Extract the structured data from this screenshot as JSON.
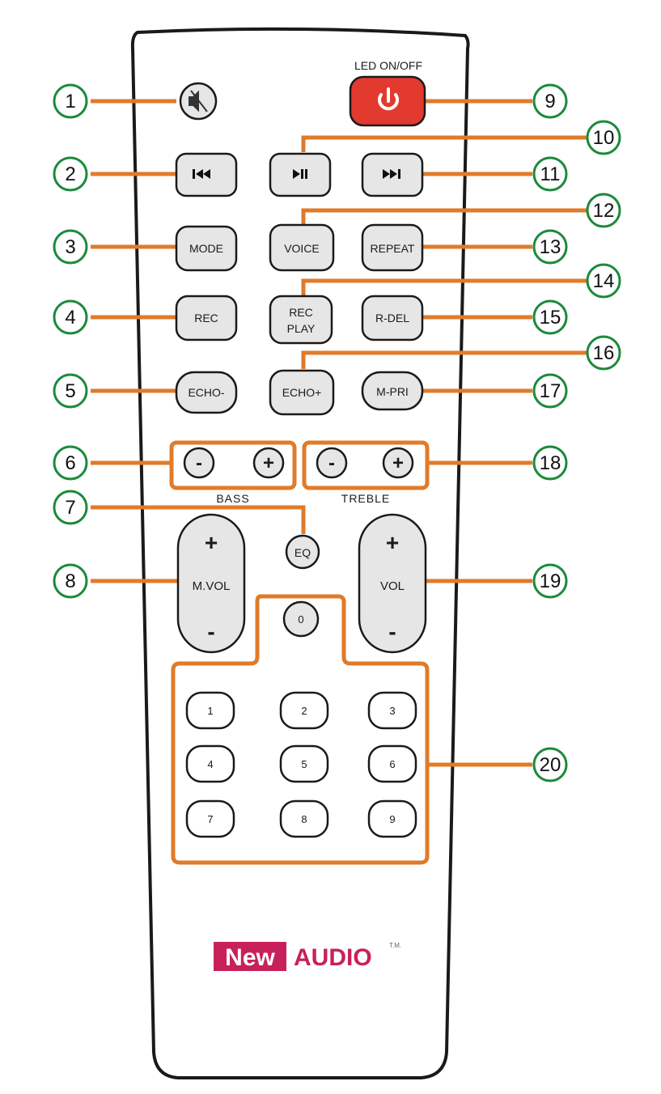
{
  "colors": {
    "leader": "#e07b2a",
    "callout_ring": "#1b8a3a",
    "power_button": "#e23a2e",
    "brand_new_bg": "#c8205a",
    "brand_audio": "#c8205a"
  },
  "remote": {
    "led_label": "LED ON/OFF",
    "icons": {
      "mute": "mute-icon",
      "power": "power-icon",
      "prev": "previous-track-icon",
      "playpause": "play-pause-icon",
      "next": "next-track-icon"
    },
    "buttons": {
      "mode": "MODE",
      "voice": "VOICE",
      "repeat": "REPEAT",
      "rec": "REC",
      "rec_play_1": "REC",
      "rec_play_2": "PLAY",
      "rdel": "R-DEL",
      "echo_minus": "ECHO-",
      "echo_plus": "ECHO+",
      "mpri": "M-PRI",
      "minus": "-",
      "plus": "+",
      "eq": "EQ",
      "mvol": "M.VOL",
      "vol": "VOL",
      "zero": "0",
      "n1": "1",
      "n2": "2",
      "n3": "3",
      "n4": "4",
      "n5": "5",
      "n6": "6",
      "n7": "7",
      "n8": "8",
      "n9": "9"
    },
    "bass_label": "BASS",
    "treble_label": "TREBLE",
    "brand": {
      "new": "New",
      "audio": "AUDIO",
      "tm": "T.M."
    }
  },
  "callouts": [
    "1",
    "2",
    "3",
    "4",
    "5",
    "6",
    "7",
    "8",
    "9",
    "10",
    "11",
    "12",
    "13",
    "14",
    "15",
    "16",
    "17",
    "18",
    "19",
    "20"
  ]
}
